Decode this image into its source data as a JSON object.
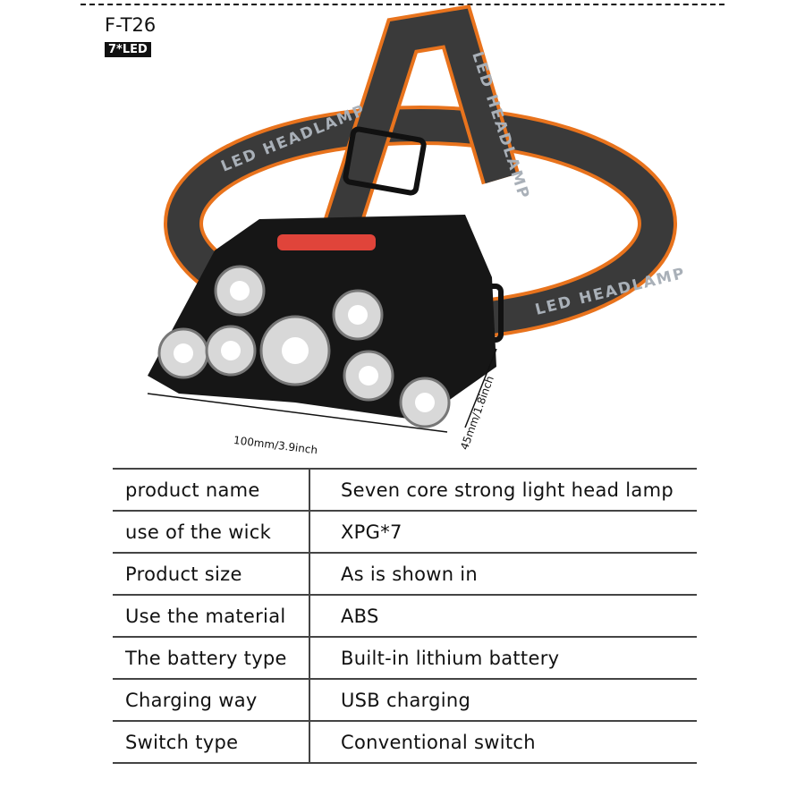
{
  "header": {
    "model": "F-T26",
    "badge": "7*LED"
  },
  "product": {
    "strap_text": "LED HEADLAMP",
    "dimensions": {
      "width": "100mm/3.9inch",
      "height": "45mm/1.8inch"
    }
  },
  "specs": [
    {
      "label": "product name",
      "value": "Seven core strong light head lamp"
    },
    {
      "label": "use of the wick",
      "value": "XPG*7"
    },
    {
      "label": "Product size",
      "value": "As is shown in"
    },
    {
      "label": "Use the material",
      "value": "ABS"
    },
    {
      "label": "The battery type",
      "value": "Built-in lithium battery"
    },
    {
      "label": "Charging way",
      "value": "USB charging"
    },
    {
      "label": "Switch type",
      "value": "Conventional switch"
    }
  ],
  "colors": {
    "strap": "#2a2a2a",
    "accent": "#e8731d",
    "button": "#e0443a"
  }
}
